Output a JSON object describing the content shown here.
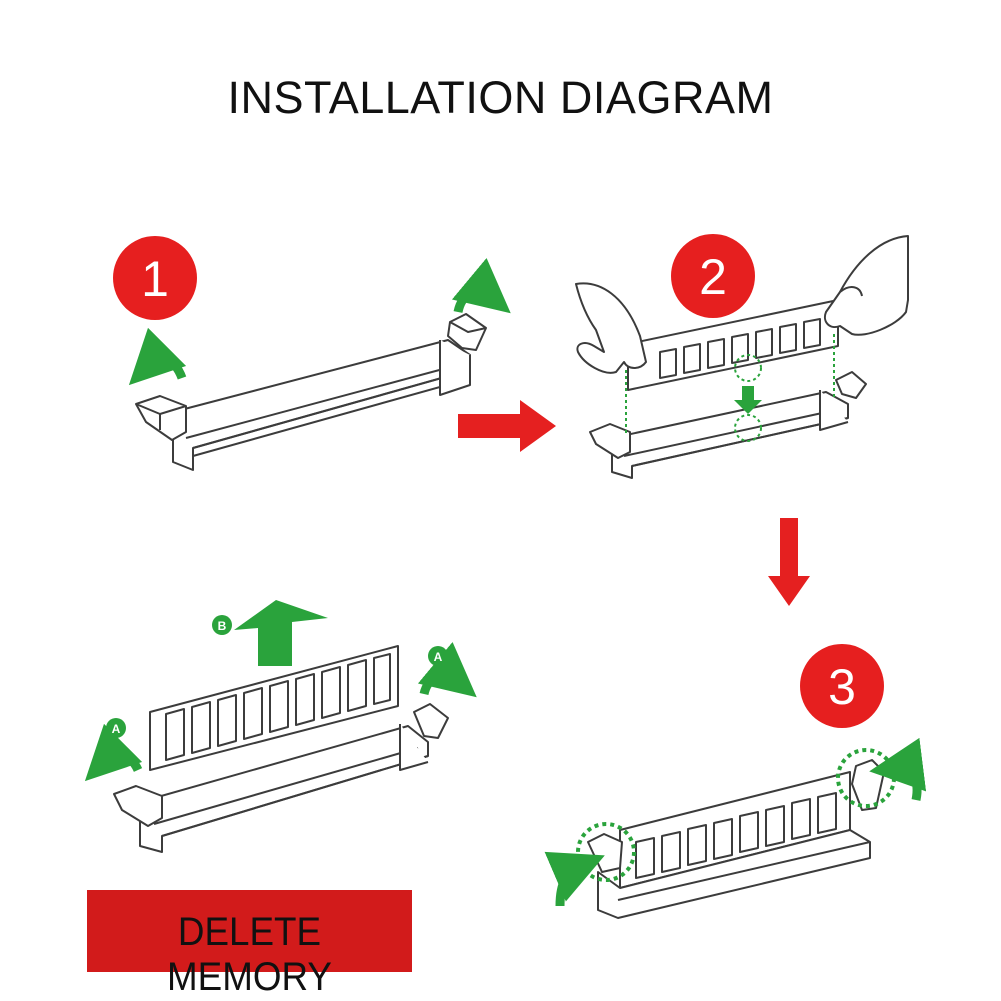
{
  "title": "INSTALLATION DIAGRAM",
  "colors": {
    "badge": "#e61f1f",
    "arrow_red": "#e52020",
    "arrow_green": "#2aa33c",
    "delete_bg": "#d21b1b",
    "line": "#3c3c3c"
  },
  "steps": [
    {
      "number": "1"
    },
    {
      "number": "2"
    },
    {
      "number": "3"
    }
  ],
  "removal": {
    "label_a": "A",
    "label_b": "B",
    "button_label": "DELETE MEMORY"
  }
}
